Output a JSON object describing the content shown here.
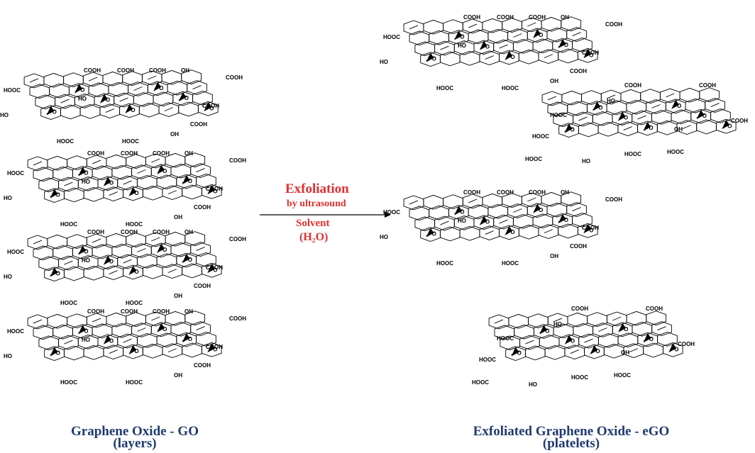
{
  "process": {
    "title": "Exfoliation",
    "method": "by ultrasound",
    "solvent_label": "Solvent",
    "solvent_formula": "(H₂O)"
  },
  "left_caption": {
    "line1": "Graphene Oxide - GO",
    "line2": "(layers)"
  },
  "right_caption": {
    "line1": "Exfoliated Graphene Oxide - eGO",
    "line2": "(platelets)"
  },
  "groups": {
    "carboxyl": "COOH",
    "carboxyl_rev": "HOOC",
    "hydroxyl": "OH",
    "hydroxyl_rev": "HO",
    "epoxide": "O"
  },
  "colors": {
    "caption": "#1f3a6e",
    "process": "#e0302f",
    "structure": "#000000"
  }
}
